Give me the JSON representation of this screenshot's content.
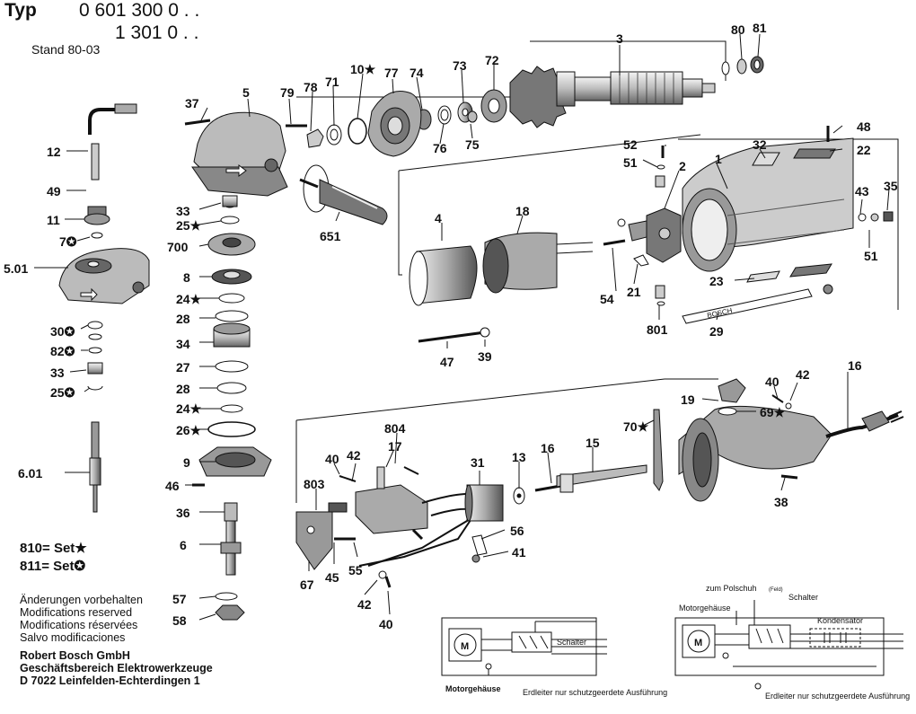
{
  "header": {
    "typ_label": "Typ",
    "typ_line1": "0 601 300 0 . .",
    "typ_line2": "1 301 0 . .",
    "stand": "Stand 80-03"
  },
  "legend": {
    "sets": [
      {
        "code": "810",
        "text": "= Set★"
      },
      {
        "code": "811",
        "text": "= Set✪"
      }
    ],
    "notes": [
      "Änderungen vorbehalten",
      "Modifications reserved",
      "Modifications réservées",
      "Salvo modificaciones"
    ],
    "company": [
      "Robert Bosch GmbH",
      "Geschäftsbereich Elektrowerkzeuge",
      "D 7022 Leinfelden-Echterdingen 1"
    ]
  },
  "part_labels": [
    {
      "id": "3",
      "text": "3"
    },
    {
      "id": "80",
      "text": "80"
    },
    {
      "id": "81",
      "text": "81"
    },
    {
      "id": "72",
      "text": "72"
    },
    {
      "id": "73",
      "text": "73"
    },
    {
      "id": "74",
      "text": "74"
    },
    {
      "id": "77",
      "text": "77"
    },
    {
      "id": "10",
      "text": "10★"
    },
    {
      "id": "71",
      "text": "71"
    },
    {
      "id": "78",
      "text": "78"
    },
    {
      "id": "79",
      "text": "79"
    },
    {
      "id": "5",
      "text": "5"
    },
    {
      "id": "37",
      "text": "37"
    },
    {
      "id": "76",
      "text": "76"
    },
    {
      "id": "75",
      "text": "75"
    },
    {
      "id": "48",
      "text": "48"
    },
    {
      "id": "22",
      "text": "22"
    },
    {
      "id": "32",
      "text": "32"
    },
    {
      "id": "52",
      "text": "52"
    },
    {
      "id": "51a",
      "text": "51"
    },
    {
      "id": "2",
      "text": "2"
    },
    {
      "id": "1",
      "text": "1"
    },
    {
      "id": "43",
      "text": "43"
    },
    {
      "id": "35",
      "text": "35"
    },
    {
      "id": "51b",
      "text": "51"
    },
    {
      "id": "12",
      "text": "12"
    },
    {
      "id": "49",
      "text": "49"
    },
    {
      "id": "11",
      "text": "11"
    },
    {
      "id": "7",
      "text": "7✪"
    },
    {
      "id": "5.01",
      "text": "5.01"
    },
    {
      "id": "33a",
      "text": "33"
    },
    {
      "id": "25a",
      "text": "25★"
    },
    {
      "id": "700",
      "text": "700"
    },
    {
      "id": "8",
      "text": "8"
    },
    {
      "id": "24a",
      "text": "24★"
    },
    {
      "id": "28a",
      "text": "28"
    },
    {
      "id": "34",
      "text": "34"
    },
    {
      "id": "27",
      "text": "27"
    },
    {
      "id": "28b",
      "text": "28"
    },
    {
      "id": "24b",
      "text": "24★"
    },
    {
      "id": "26",
      "text": "26★"
    },
    {
      "id": "9",
      "text": "9"
    },
    {
      "id": "46",
      "text": "46"
    },
    {
      "id": "36",
      "text": "36"
    },
    {
      "id": "6",
      "text": "6"
    },
    {
      "id": "57",
      "text": "57"
    },
    {
      "id": "58",
      "text": "58"
    },
    {
      "id": "651",
      "text": "651"
    },
    {
      "id": "4",
      "text": "4"
    },
    {
      "id": "18",
      "text": "18"
    },
    {
      "id": "54",
      "text": "54"
    },
    {
      "id": "21",
      "text": "21"
    },
    {
      "id": "801",
      "text": "801"
    },
    {
      "id": "23",
      "text": "23"
    },
    {
      "id": "29",
      "text": "29"
    },
    {
      "id": "47",
      "text": "47"
    },
    {
      "id": "39",
      "text": "39"
    },
    {
      "id": "30",
      "text": "30✪"
    },
    {
      "id": "82",
      "text": "82✪"
    },
    {
      "id": "33b",
      "text": "33"
    },
    {
      "id": "25b",
      "text": "25✪"
    },
    {
      "id": "6.01",
      "text": "6.01"
    },
    {
      "id": "16a",
      "text": "16"
    },
    {
      "id": "40a",
      "text": "40"
    },
    {
      "id": "42a",
      "text": "42"
    },
    {
      "id": "19",
      "text": "19"
    },
    {
      "id": "69",
      "text": "69★"
    },
    {
      "id": "70",
      "text": "70★"
    },
    {
      "id": "804",
      "text": "804"
    },
    {
      "id": "17",
      "text": "17"
    },
    {
      "id": "40b",
      "text": "40"
    },
    {
      "id": "42b",
      "text": "42"
    },
    {
      "id": "31",
      "text": "31"
    },
    {
      "id": "13",
      "text": "13"
    },
    {
      "id": "16b",
      "text": "16"
    },
    {
      "id": "15",
      "text": "15"
    },
    {
      "id": "38",
      "text": "38"
    },
    {
      "id": "803",
      "text": "803"
    },
    {
      "id": "56",
      "text": "56"
    },
    {
      "id": "41",
      "text": "41"
    },
    {
      "id": "67",
      "text": "67"
    },
    {
      "id": "45",
      "text": "45"
    },
    {
      "id": "55",
      "text": "55"
    },
    {
      "id": "42c",
      "text": "42"
    },
    {
      "id": "40c",
      "text": "40"
    }
  ],
  "printed_marks": {
    "bosch_strip": "BOSCH",
    "motor_symbol": "M"
  },
  "wiring_left": {
    "motor": "Motorgehäuse",
    "switch": "Schalter",
    "earth": "Erdleiter nur schutzgeerdete Ausführung"
  },
  "wiring_right": {
    "pole_shoe": "zum Polschuh",
    "pole_shoe_sub": "(Feld)",
    "switch": "Schalter",
    "motor": "Motorgehäuse",
    "capacitor": "Kondensator",
    "earth": "Erdleiter nur schutzgeerdete Ausführung"
  },
  "colors": {
    "ink": "#111111",
    "paper": "#ffffff",
    "shade": "#555555"
  }
}
